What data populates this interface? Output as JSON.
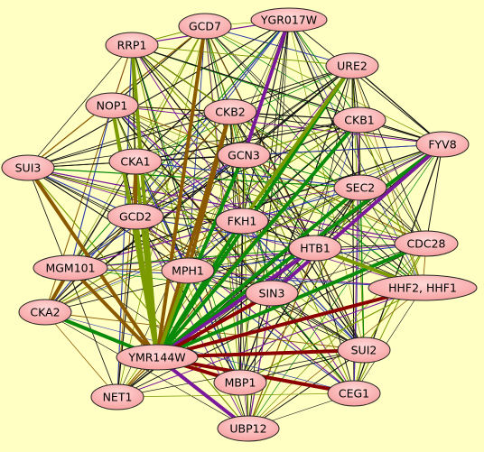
{
  "colors": {
    "background": "#ffffc4",
    "node_fill": "#f7a1a1",
    "node_fill_light": "#ffd8d8",
    "edge_black": "#111111",
    "edge_olive": "#7a9a00",
    "edge_green": "#0a8a0a",
    "edge_purple": "#7a1a9a",
    "edge_brown": "#8b5a00",
    "edge_darkred": "#8b0000",
    "edge_blue": "#2a3aaa"
  },
  "nodes": [
    {
      "id": "GCD7",
      "label": "GCD7"
    },
    {
      "id": "YGR017W",
      "label": "YGR017W"
    },
    {
      "id": "RRP1",
      "label": "RRP1"
    },
    {
      "id": "URE2",
      "label": "URE2"
    },
    {
      "id": "NOP1",
      "label": "NOP1"
    },
    {
      "id": "CKB2",
      "label": "CKB2"
    },
    {
      "id": "CKB1",
      "label": "CKB1"
    },
    {
      "id": "FYV8",
      "label": "FYV8"
    },
    {
      "id": "SUI3",
      "label": "SUI3"
    },
    {
      "id": "CKA1",
      "label": "CKA1"
    },
    {
      "id": "GCN3",
      "label": "GCN3"
    },
    {
      "id": "SEC2",
      "label": "SEC2"
    },
    {
      "id": "GCD2",
      "label": "GCD2"
    },
    {
      "id": "FKH1",
      "label": "FKH1"
    },
    {
      "id": "HTB1",
      "label": "HTB1"
    },
    {
      "id": "CDC28",
      "label": "CDC28"
    },
    {
      "id": "MGM101",
      "label": "MGM101"
    },
    {
      "id": "MPH1",
      "label": "MPH1"
    },
    {
      "id": "HHF2",
      "label": "HHF2, HHF1"
    },
    {
      "id": "SIN3",
      "label": "SIN3"
    },
    {
      "id": "CKA2",
      "label": "CKA2"
    },
    {
      "id": "YMR144W",
      "label": "YMR144W"
    },
    {
      "id": "SUI2",
      "label": "SUI2"
    },
    {
      "id": "MBP1",
      "label": "MBP1"
    },
    {
      "id": "CEG1",
      "label": "CEG1"
    },
    {
      "id": "NET1",
      "label": "NET1"
    },
    {
      "id": "UBP12",
      "label": "UBP12"
    }
  ],
  "thick_edges": [
    {
      "source": "RRP1",
      "target": "YMR144W",
      "color": "olive"
    },
    {
      "source": "GCD7",
      "target": "YMR144W",
      "color": "brown"
    },
    {
      "source": "CKB2",
      "target": "YMR144W",
      "color": "brown"
    },
    {
      "source": "URE2",
      "target": "YMR144W",
      "color": "green"
    },
    {
      "source": "CKB1",
      "target": "YMR144W",
      "color": "green"
    },
    {
      "source": "FYV8",
      "target": "YMR144W",
      "color": "green"
    },
    {
      "source": "SEC2",
      "target": "YMR144W",
      "color": "green"
    },
    {
      "source": "HTB1",
      "target": "YMR144W",
      "color": "purple"
    },
    {
      "source": "CDC28",
      "target": "YMR144W",
      "color": "green"
    },
    {
      "source": "HHF2",
      "target": "YMR144W",
      "color": "darkred"
    },
    {
      "source": "GCN3",
      "target": "YMR144W",
      "color": "green"
    },
    {
      "source": "FKH1",
      "target": "YMR144W",
      "color": "green"
    },
    {
      "source": "SIN3",
      "target": "YMR144W",
      "color": "darkred"
    },
    {
      "source": "MPH1",
      "target": "YMR144W",
      "color": "olive"
    },
    {
      "source": "GCD2",
      "target": "YMR144W",
      "color": "olive"
    },
    {
      "source": "CKA1",
      "target": "YMR144W",
      "color": "olive"
    },
    {
      "source": "NOP1",
      "target": "YMR144W",
      "color": "olive"
    },
    {
      "source": "CKA2",
      "target": "YMR144W",
      "color": "green"
    },
    {
      "source": "MGM101",
      "target": "YMR144W",
      "color": "brown"
    },
    {
      "source": "SUI3",
      "target": "YMR144W",
      "color": "brown"
    },
    {
      "source": "UBP12",
      "target": "YMR144W",
      "color": "purple"
    },
    {
      "source": "SUI2",
      "target": "YMR144W",
      "color": "darkred"
    },
    {
      "source": "CEG1",
      "target": "YMR144W",
      "color": "darkred"
    },
    {
      "source": "MBP1",
      "target": "YMR144W",
      "color": "darkred"
    },
    {
      "source": "FYV8",
      "target": "SIN3",
      "color": "purple"
    },
    {
      "source": "CKB2",
      "target": "MPH1",
      "color": "brown"
    },
    {
      "source": "YGR017W",
      "target": "GCN3",
      "color": "purple"
    },
    {
      "source": "MGM101",
      "target": "CKA2",
      "color": "brown"
    },
    {
      "source": "CKA1",
      "target": "GCD2",
      "color": "brown"
    },
    {
      "source": "URE2",
      "target": "FKH1",
      "color": "olive"
    },
    {
      "source": "HHF2",
      "target": "HTB1",
      "color": "olive"
    }
  ]
}
